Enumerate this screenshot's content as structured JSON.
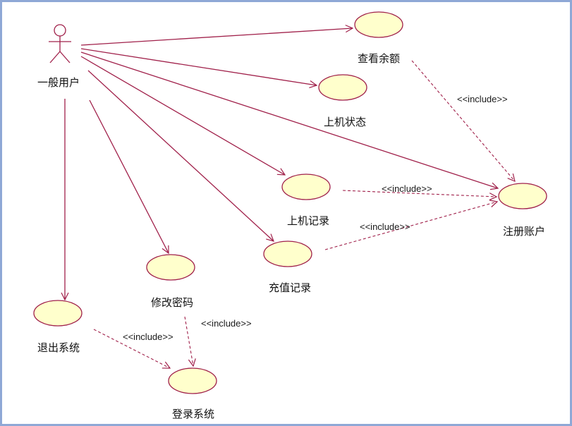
{
  "actor": {
    "name": "一般用户"
  },
  "use_cases": [
    {
      "id": "uc-balance",
      "label": "查看余额"
    },
    {
      "id": "uc-status",
      "label": "上机状态"
    },
    {
      "id": "uc-record",
      "label": "上机记录"
    },
    {
      "id": "uc-recharge",
      "label": "充值记录"
    },
    {
      "id": "uc-register",
      "label": "注册账户"
    },
    {
      "id": "uc-password",
      "label": "修改密码"
    },
    {
      "id": "uc-exit",
      "label": "退出系统"
    },
    {
      "id": "uc-login",
      "label": "登录系统"
    }
  ],
  "associations": [
    {
      "from": "actor",
      "to": "uc-balance"
    },
    {
      "from": "actor",
      "to": "uc-status"
    },
    {
      "from": "actor",
      "to": "uc-register"
    },
    {
      "from": "actor",
      "to": "uc-record"
    },
    {
      "from": "actor",
      "to": "uc-recharge"
    },
    {
      "from": "actor",
      "to": "uc-password"
    },
    {
      "from": "actor",
      "to": "uc-exit"
    }
  ],
  "includes": [
    {
      "from": "uc-balance",
      "to": "uc-register",
      "label": "<<include>>"
    },
    {
      "from": "uc-record",
      "to": "uc-register",
      "label": "<<include>>"
    },
    {
      "from": "uc-recharge",
      "to": "uc-register",
      "label": "<<include>>"
    },
    {
      "from": "uc-password",
      "to": "uc-login",
      "label": "<<include>>"
    },
    {
      "from": "uc-exit",
      "to": "uc-login",
      "label": "<<include>>"
    }
  ],
  "colors": {
    "line": "#a0204a",
    "ellipse_fill": "#ffffcc",
    "ellipse_stroke": "#a0204a",
    "frame": "#8fa8d6"
  }
}
